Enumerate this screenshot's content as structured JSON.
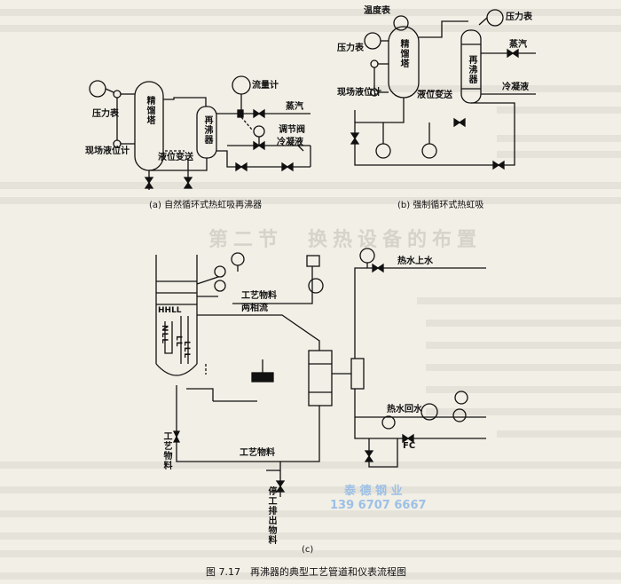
{
  "diagram_a": {
    "labels": {
      "column": "精馏塔",
      "pressure_gauge": "压力表",
      "local_level_gauge": "现场液位计",
      "level_transmitter": "液位变送",
      "reboiler": "再沸器",
      "flowmeter": "流量计",
      "steam": "蒸汽",
      "control_valve": "调节阀",
      "condensate": "冷凝液"
    },
    "caption": "(a) 自然循环式热虹吸再沸器"
  },
  "diagram_b": {
    "labels": {
      "temperature_gauge": "温度表",
      "pressure_gauge_left": "压力表",
      "column": "精馏塔",
      "pressure_gauge_right": "压力表",
      "reboiler": "再沸器",
      "steam": "蒸汽",
      "condensate": "冷凝液",
      "local_level_gauge": "现场液位计",
      "level_transmitter": "液位变送"
    },
    "caption": "(b) 强制循环式热虹吸"
  },
  "diagram_c": {
    "labels": {
      "hot_water_supply": "热水上水",
      "process_feed_top": "工艺物料",
      "two_phase_flow": "两相流",
      "hhll": "HHLL",
      "nll": "NLL",
      "ll": "LL",
      "lll": "LLL",
      "hot_water_return": "热水回水",
      "fc": "FC",
      "process_feed_left": "工艺物料",
      "process_feed_bottom": "工艺物料",
      "shutdown_drain": "停工排出物料"
    },
    "caption": "(c)"
  },
  "figure_caption": "图 7.17　再沸器的典型工艺管道和仪表流程图",
  "background_heading": "第二节　换热设备的布置",
  "watermark": {
    "line1": "泰 德 钢 业",
    "line2": "139 6707 6667"
  }
}
